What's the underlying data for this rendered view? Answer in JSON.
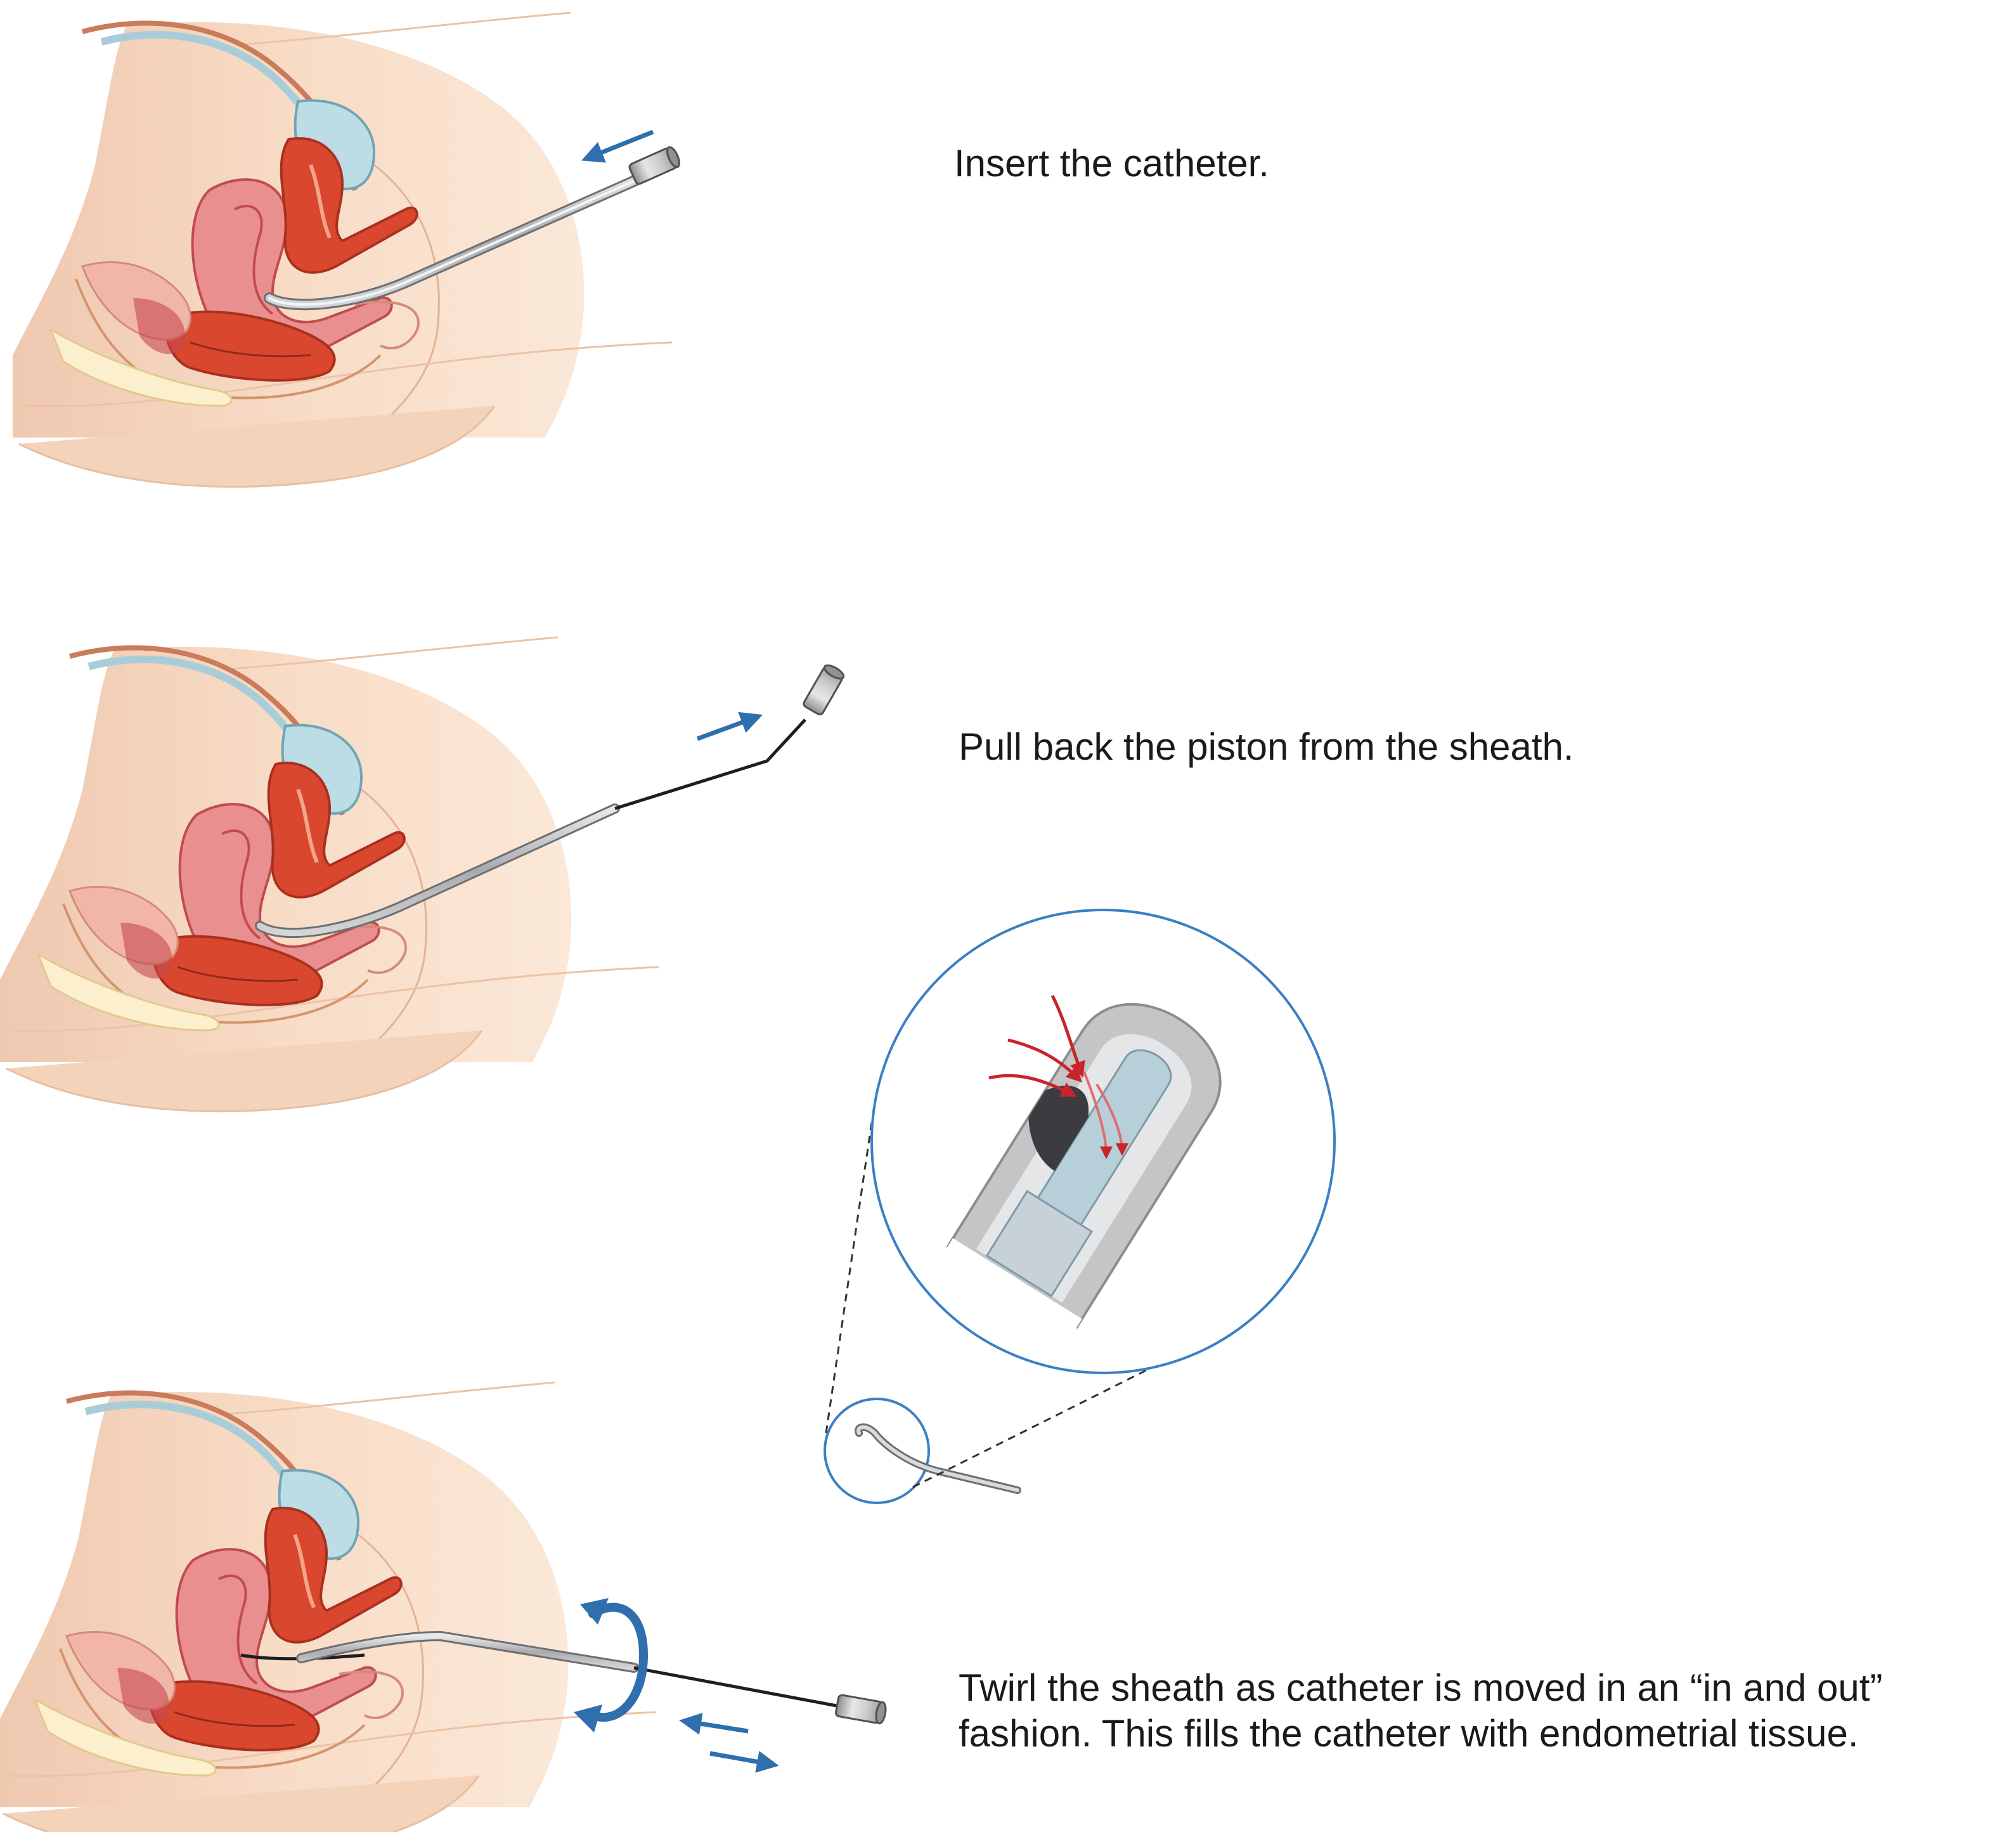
{
  "steps": [
    {
      "caption": "Insert the catheter."
    },
    {
      "caption": "Pull back the piston from the sheath."
    },
    {
      "caption": "Twirl the sheath as catheter is moved in an “in and out”",
      "caption_line2": "fashion. This fills the catheter with endometrial tissue."
    }
  ],
  "colors": {
    "skin": "#f7dcc4",
    "skin_outline": "#ecc3a6",
    "muscle_pink": "#e98f8f",
    "uterus_red": "#d9472f",
    "bladder_blue": "#bcdde6",
    "bone_cream": "#fbefcd",
    "catheter_gray": "#b7b9bc",
    "arrow_blue": "#2f6fae",
    "flow_red": "#c8242b"
  },
  "icons": [
    "insert-arrow-icon",
    "pullback-arrow-icon",
    "twirl-rotation-icon",
    "in-out-arrows-icon",
    "tissue-flow-arrows-icon"
  ]
}
